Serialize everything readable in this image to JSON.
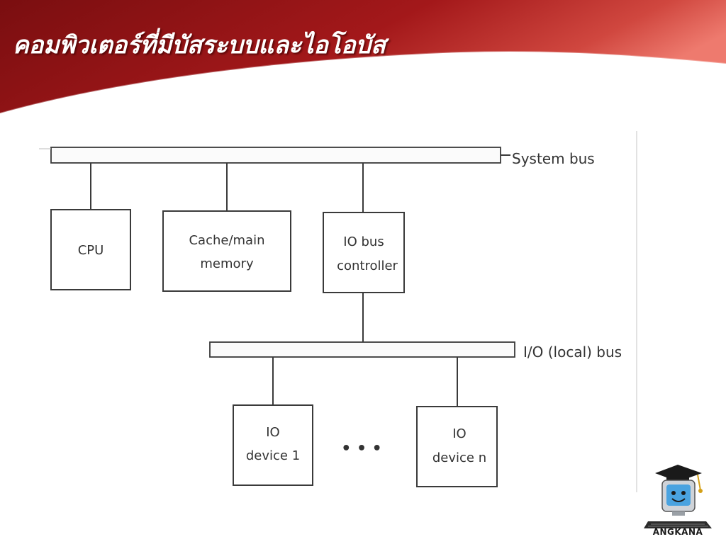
{
  "slide": {
    "title": "คอมพิวเตอร์ที่มีบัสระบบและไอโอบัส"
  },
  "diagram": {
    "system_bus_label": "System bus",
    "io_bus_label": "I/O (local) bus",
    "boxes": {
      "cpu": "CPU",
      "memory": [
        "Cache/main",
        "memory"
      ],
      "io_controller": [
        "IO bus",
        "controller"
      ],
      "io_device_1": [
        "IO",
        "device 1"
      ],
      "io_device_n": [
        "IO",
        "device n"
      ]
    },
    "ellipsis": "• • •"
  },
  "logo": {
    "text": "ANGKANA",
    "icon": "computer-graduate-mascot-icon"
  },
  "colors": {
    "header_dark": "#8e1414",
    "header_light": "#e8706a",
    "line": "#3a3a3a"
  }
}
